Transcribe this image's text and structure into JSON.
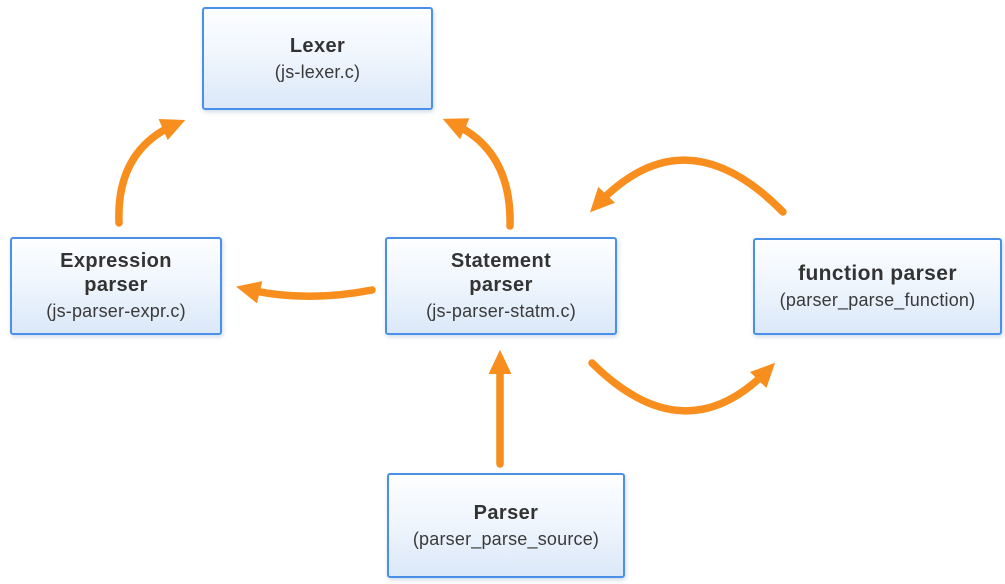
{
  "diagram": {
    "nodes": {
      "lexer": {
        "title_lines": [
          "Lexer"
        ],
        "subtitle": "(js-lexer.c)"
      },
      "expression_parser": {
        "title_lines": [
          "Expression",
          "parser"
        ],
        "subtitle": "(js-parser-expr.c)"
      },
      "statement_parser": {
        "title_lines": [
          "Statement",
          "parser"
        ],
        "subtitle": "(js-parser-statm.c)"
      },
      "function_parser": {
        "title_lines": [
          "function parser"
        ],
        "subtitle": "(parser_parse_function)"
      },
      "parser": {
        "title_lines": [
          "Parser"
        ],
        "subtitle": "(parser_parse_source)"
      }
    },
    "edges": [
      {
        "from": "expression_parser",
        "to": "lexer",
        "shape": "curved"
      },
      {
        "from": "statement_parser",
        "to": "lexer",
        "shape": "curved"
      },
      {
        "from": "statement_parser",
        "to": "expression_parser",
        "shape": "curved"
      },
      {
        "from": "function_parser",
        "to": "statement_parser",
        "shape": "arc-over"
      },
      {
        "from": "statement_parser",
        "to": "function_parser",
        "shape": "arc-under"
      },
      {
        "from": "parser",
        "to": "statement_parser",
        "shape": "straight"
      }
    ],
    "colors": {
      "arrow": "#F78E1E",
      "node_border": "#4A90E8",
      "node_fill_top": "#FDFEFF",
      "node_fill_bottom": "#DBE8F8",
      "text": "#333333",
      "background": "#FFFFFF"
    }
  }
}
